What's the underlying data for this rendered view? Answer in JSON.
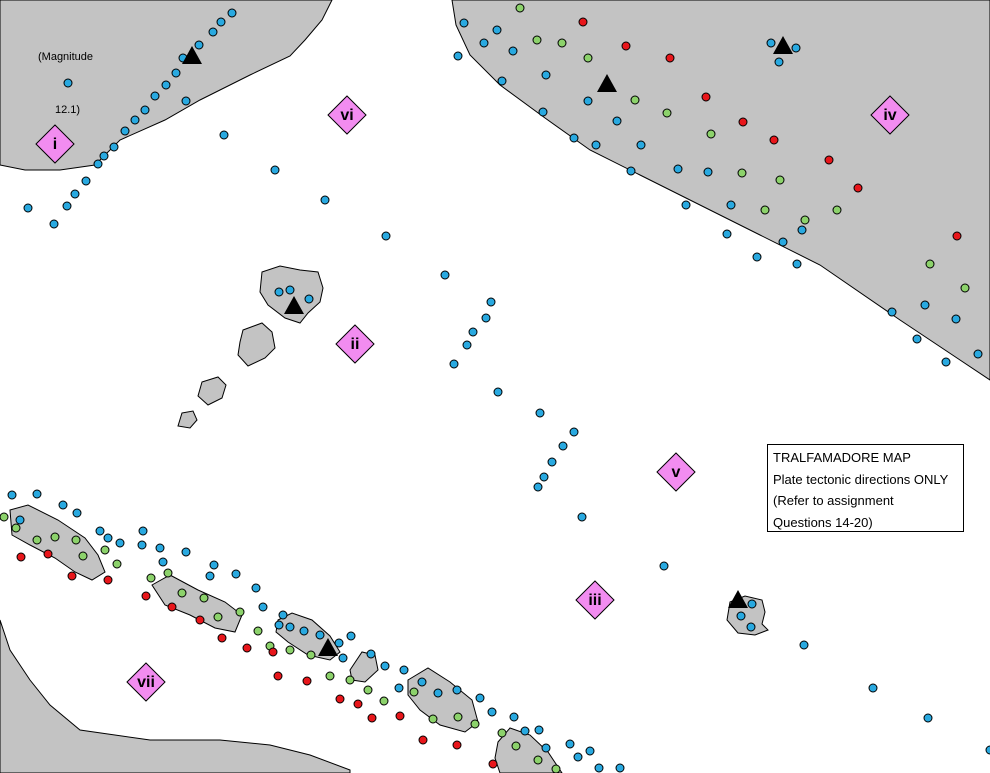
{
  "map_title": "TRALFAMADORE MAP",
  "map_subtitle": "Plate tectonic directions ONLY",
  "map_note_line1": "(Refer to assignment",
  "map_note_line2": "Questions 14-20)",
  "magnitude_note": {
    "line1": "(Magnitude",
    "line2": "12.1)"
  },
  "region_labels": [
    "i",
    "ii",
    "iii",
    "iv",
    "v",
    "vi",
    "vii"
  ],
  "colors": {
    "land": "#c3c3c3",
    "label_fill": "#f28cf0",
    "dot_blue": "#29a9e0",
    "dot_green": "#8cd26b",
    "dot_red": "#e8161b",
    "volcano": "#000000"
  },
  "legend_point_types": [
    "blue-dot",
    "green-dot",
    "red-dot",
    "volcano-triangle"
  ]
}
